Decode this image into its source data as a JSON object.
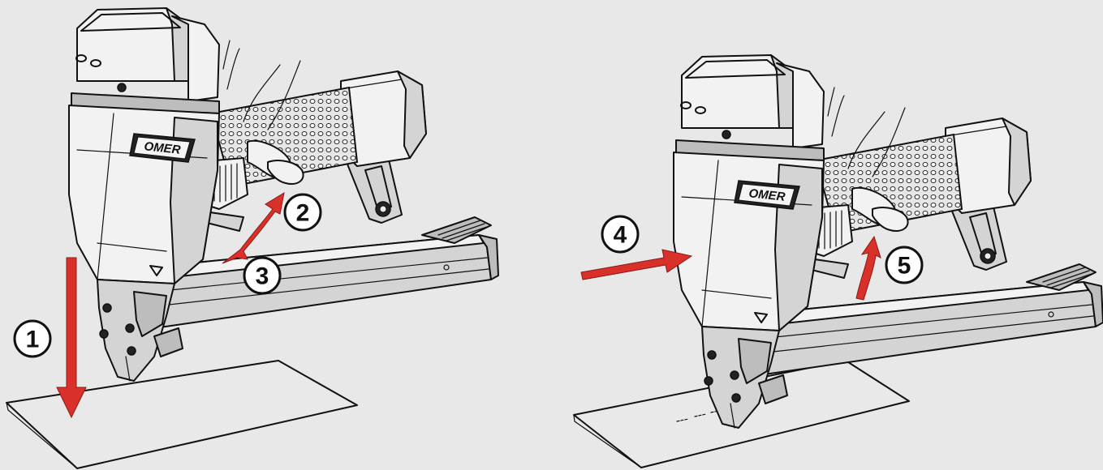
{
  "brand": {
    "logo_text": "OMER"
  },
  "colors": {
    "arrow": "#d9302a",
    "background": "#e8e8e8"
  },
  "steps": [
    {
      "id": 1,
      "label": "1",
      "arrow": "down"
    },
    {
      "id": 2,
      "label": "2",
      "arrow": "curved-up"
    },
    {
      "id": 3,
      "label": "3",
      "arrow": "curved-down"
    },
    {
      "id": 4,
      "label": "4",
      "arrow": "right"
    },
    {
      "id": 5,
      "label": "5",
      "arrow": "curved-up"
    }
  ]
}
